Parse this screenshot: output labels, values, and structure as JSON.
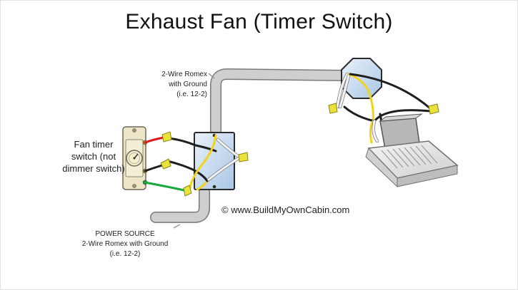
{
  "title": "Exhaust Fan (Timer Switch)",
  "labels": {
    "fan_timer": [
      "Fan timer",
      "switch (not",
      "dimmer switch)"
    ],
    "romex_top": [
      "2-Wire Romex",
      "with Ground",
      "(i.e. 12-2)"
    ],
    "power_source": [
      "POWER SOURCE",
      "2-Wire Romex with Ground",
      "(i.e. 12-2)"
    ],
    "copyright": "© www.BuildMyOwnCabin.com"
  },
  "colors": {
    "hot_wire": "#e0191b",
    "black_wire": "#1e1e1e",
    "white_wire": "#f4f4f4",
    "ground_wire": "#19a83a",
    "bare_ground": "#f2d21a",
    "wire_nut": "#e8e23a",
    "conduit": "#c8c8c8",
    "box_fill": "#c5d9ee"
  }
}
